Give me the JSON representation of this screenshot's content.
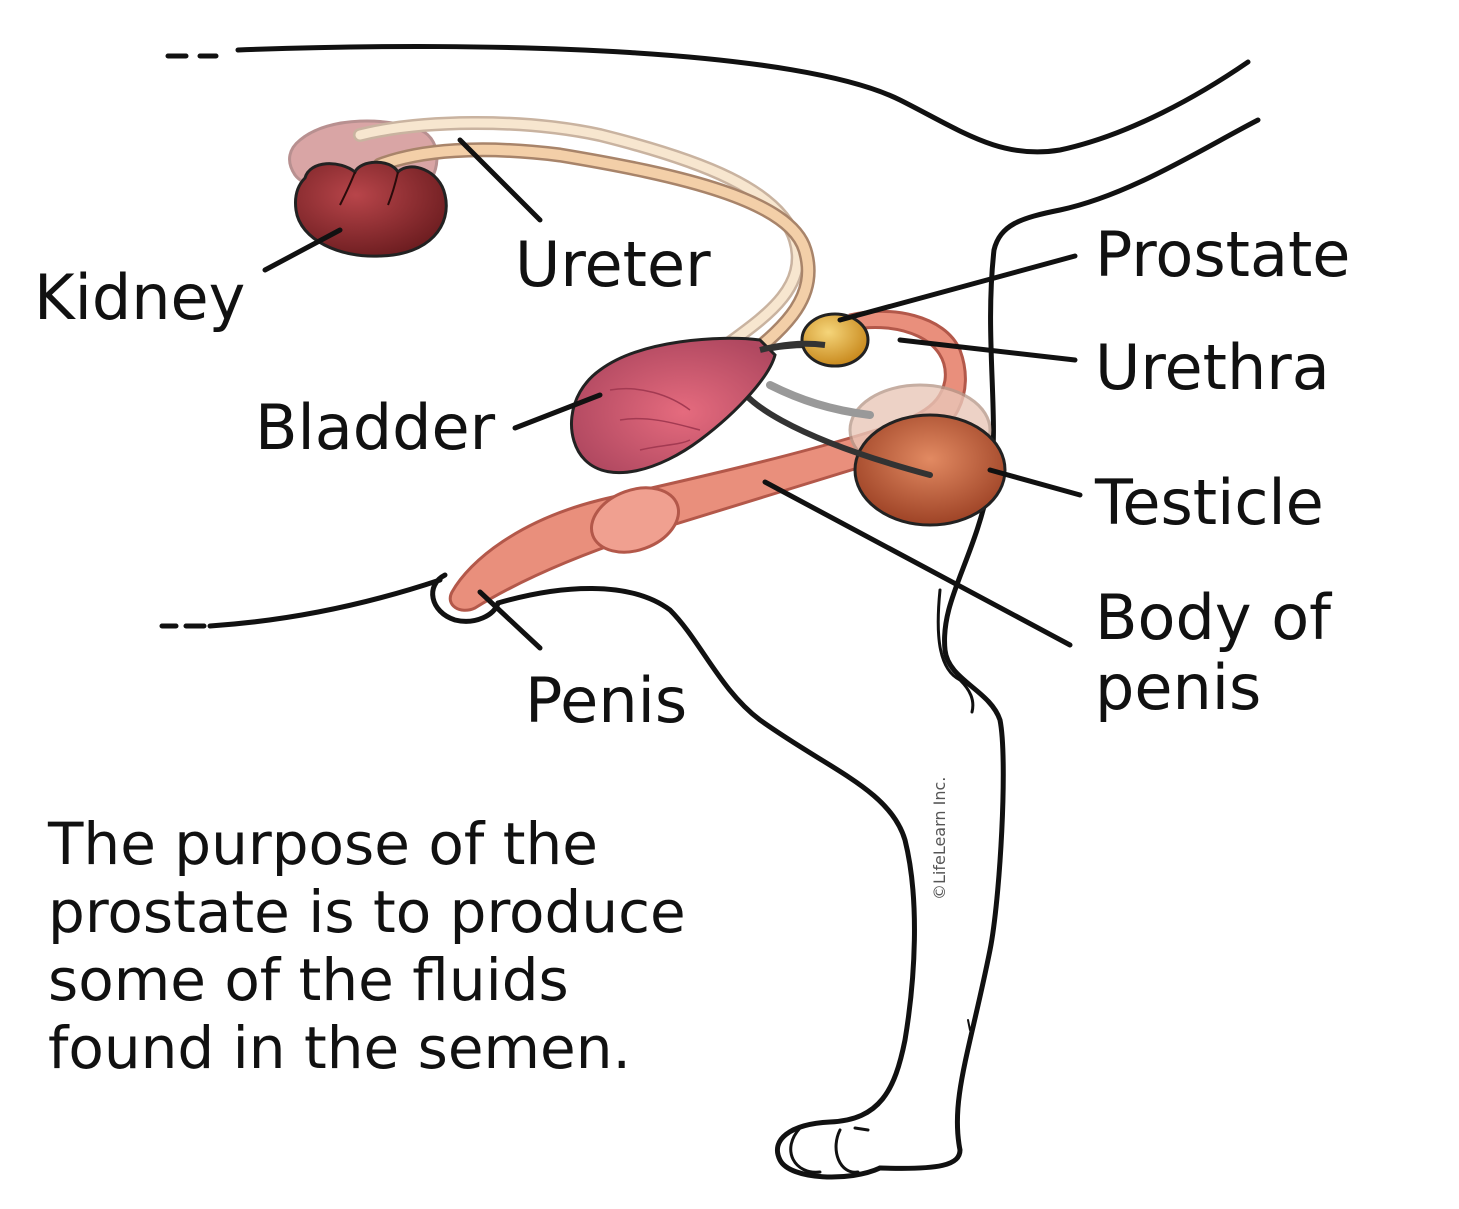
{
  "labels": {
    "kidney": "Kidney",
    "ureter": "Ureter",
    "bladder": "Bladder",
    "prostate": "Prostate",
    "urethra": "Urethra",
    "testicle": "Testicle",
    "body_of_penis_line1": "Body of",
    "body_of_penis_line2": "penis",
    "penis": "Penis"
  },
  "caption": {
    "line1": "The purpose of the",
    "line2": "prostate is to produce",
    "line3": "some of the fluids",
    "line4": "found in the semen."
  },
  "copyright": "©LifeLearn Inc.",
  "colors": {
    "kidney": "#8e2a2a",
    "kidney_far": "#d9a5a5",
    "ureter": "#f3cfa8",
    "bladder": "#c8566b",
    "prostate": "#e7b341",
    "urethra": "#e8907f",
    "testicle": "#b8583a",
    "penis": "#e98f7c"
  }
}
